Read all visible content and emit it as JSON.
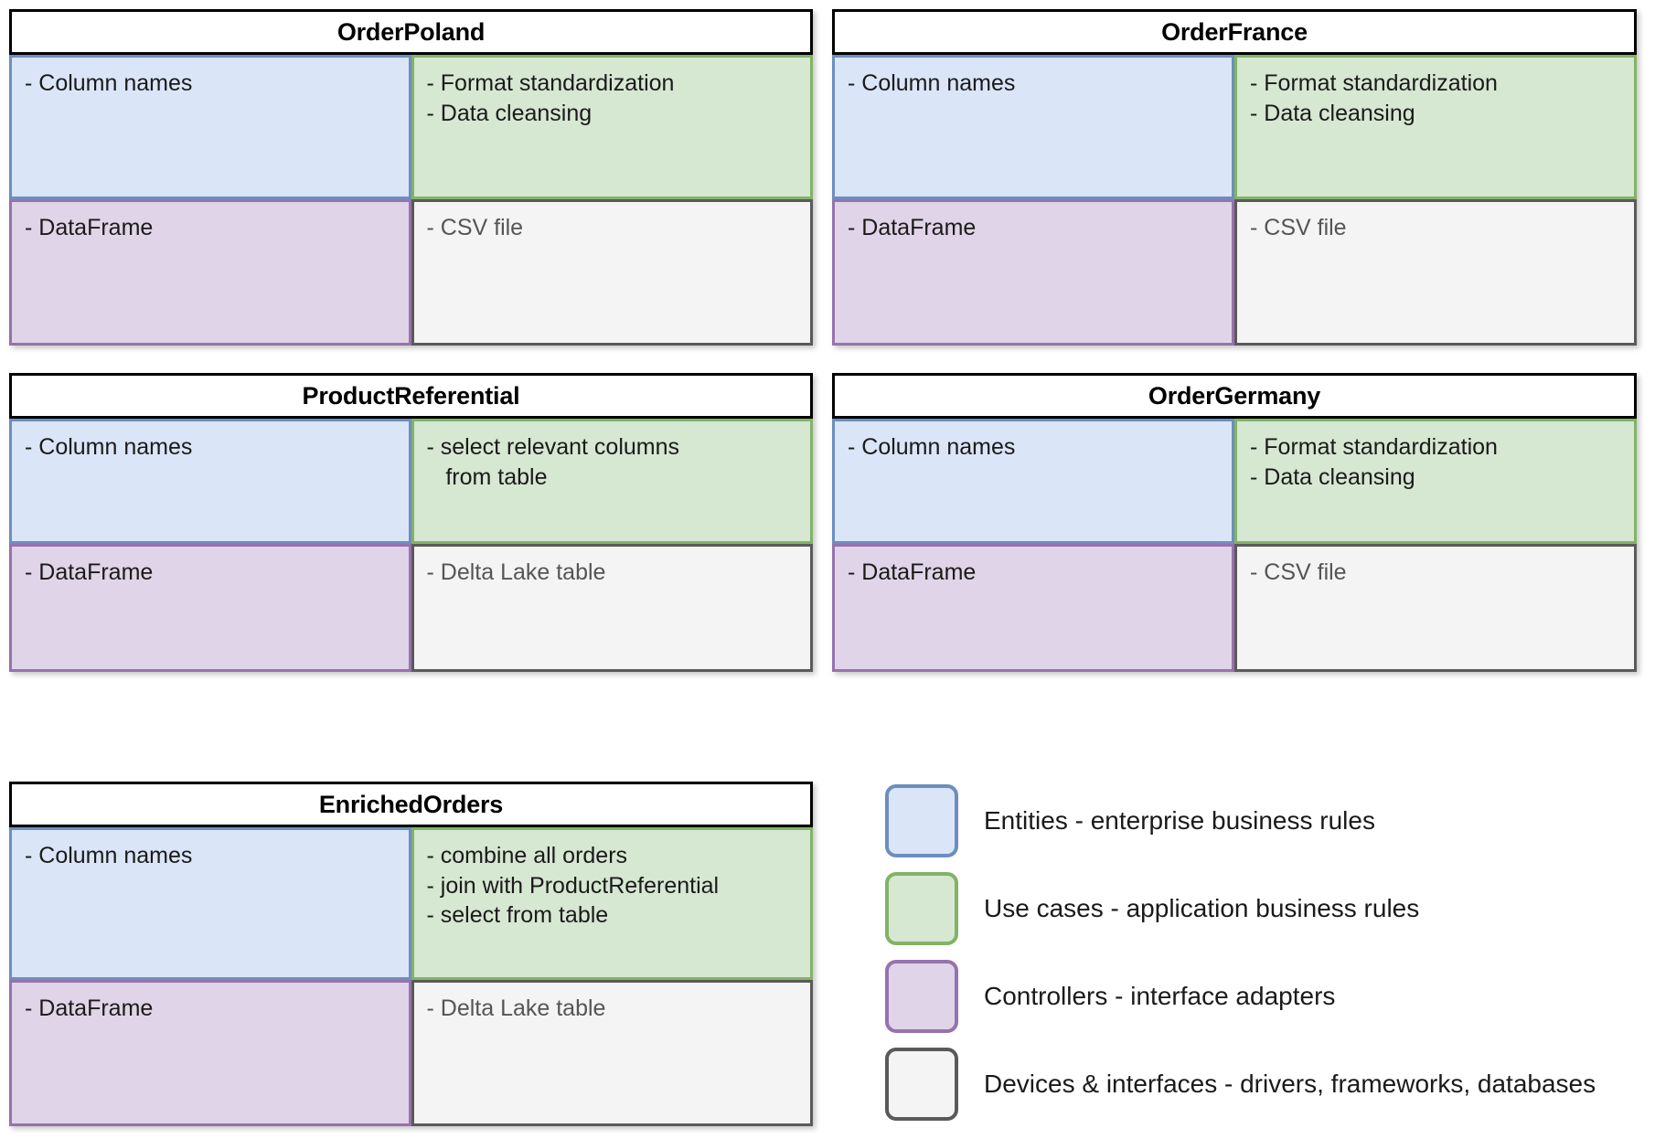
{
  "diagram": {
    "type": "clean-architecture-class-diagram",
    "cards": [
      {
        "id": "order-poland",
        "title": "OrderPoland",
        "cells": {
          "entities": "- Column names",
          "use_cases": "- Format standardization\n- Data cleansing",
          "controllers": "- DataFrame",
          "devices": "- CSV file"
        }
      },
      {
        "id": "order-france",
        "title": "OrderFrance",
        "cells": {
          "entities": "- Column names",
          "use_cases": "- Format standardization\n- Data cleansing",
          "controllers": "- DataFrame",
          "devices": "- CSV file"
        }
      },
      {
        "id": "product-referential",
        "title": "ProductReferential",
        "cells": {
          "entities": "- Column names",
          "use_cases": "- select relevant columns\n   from table",
          "controllers": "- DataFrame",
          "devices": "- Delta Lake table"
        }
      },
      {
        "id": "order-germany",
        "title": "OrderGermany",
        "cells": {
          "entities": "- Column names",
          "use_cases": "- Format standardization\n- Data cleansing",
          "controllers": "- DataFrame",
          "devices": "- CSV file"
        }
      },
      {
        "id": "enriched-orders",
        "title": "EnrichedOrders",
        "cells": {
          "entities": "- Column names",
          "use_cases": "- combine all orders\n- join with ProductReferential\n- select from table",
          "controllers": "- DataFrame",
          "devices": "- Delta Lake table"
        }
      }
    ]
  },
  "legend": {
    "items": [
      {
        "swatch": "entities-swatch",
        "label": "Entities - enterprise business rules"
      },
      {
        "swatch": "use-cases-swatch",
        "label": "Use cases - application business rules"
      },
      {
        "swatch": "controllers-swatch",
        "label": "Controllers - interface adapters"
      },
      {
        "swatch": "devices-swatch",
        "label": "Devices & interfaces - drivers, frameworks, databases"
      }
    ]
  },
  "colors": {
    "entities_fill": "#dae5f7",
    "entities_border": "#6c8ebf",
    "use_cases_fill": "#d6e7d2",
    "use_cases_border": "#82b366",
    "controllers_fill": "#e0d4e8",
    "controllers_border": "#9673ad",
    "devices_fill": "#f4f4f4",
    "devices_border": "#5a5a5a",
    "header_border": "#000000",
    "header_fill": "#ffffff"
  }
}
